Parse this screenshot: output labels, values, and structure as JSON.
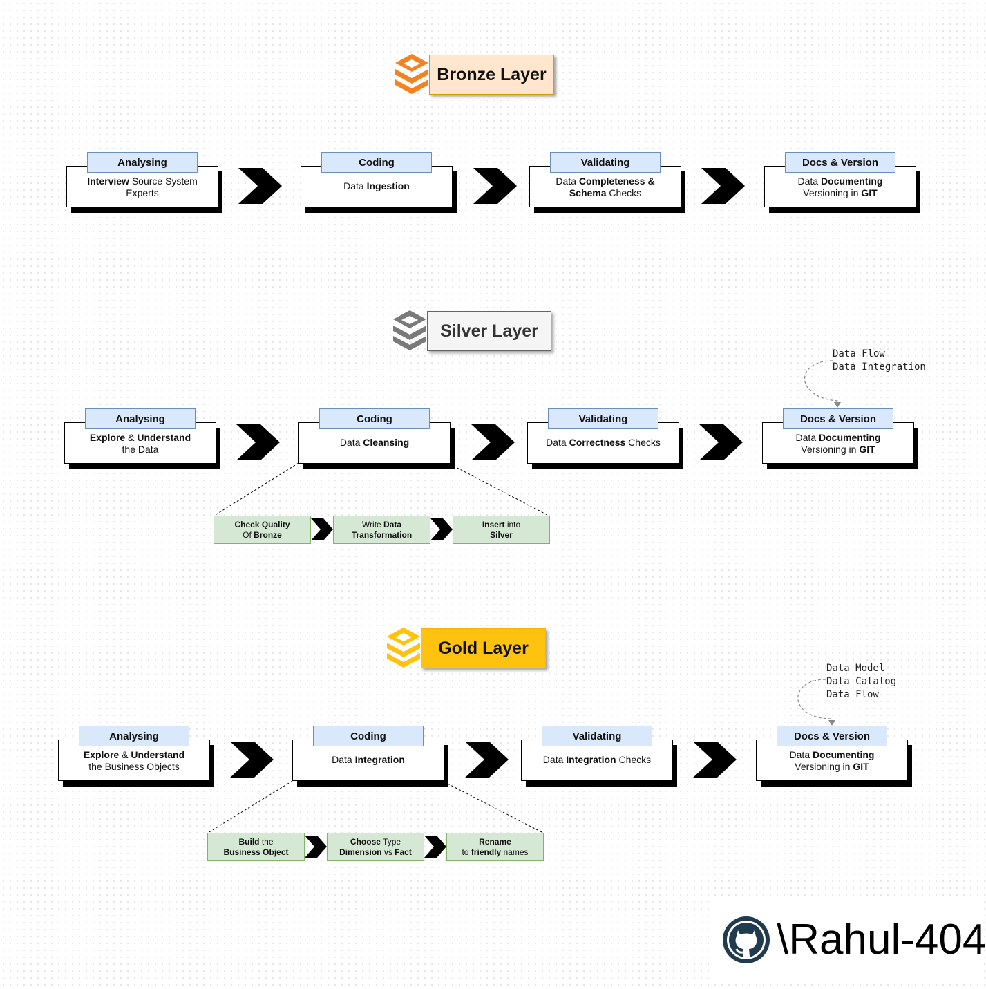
{
  "colors": {
    "bronze_fill": "#ffe6cc",
    "bronze_border": "#d79b00",
    "bronze_icon": "#f58220",
    "silver_fill": "#f5f5f5",
    "silver_border": "#666666",
    "silver_icon": "#7a7a7a",
    "gold_fill": "#ffc20e",
    "gold_border": "#ffb000",
    "gold_icon": "#ffc20e",
    "tag_fill": "#dae8fc",
    "tag_border": "#6c8ebf",
    "sub_fill": "#d5e8d4",
    "sub_border": "#82b366"
  },
  "bronze": {
    "title": "Bronze Layer",
    "icon": "layers-stack-icon",
    "steps": [
      {
        "tag": "Analysing",
        "b1": "Interview",
        "t1": " Source System",
        "t2": "Experts"
      },
      {
        "tag": "Coding",
        "t1": "Data ",
        "b1": "Ingestion"
      },
      {
        "tag": "Validating",
        "t1": "Data ",
        "b1": "Completeness &",
        "b2": "Schema",
        "t2": " Checks"
      },
      {
        "tag": "Docs & Version",
        "t1": "Data ",
        "b1": "Documenting",
        "t2": "Versioning in ",
        "b2": "GIT"
      }
    ]
  },
  "silver": {
    "title": "Silver Layer",
    "icon": "layers-stack-icon",
    "steps": [
      {
        "tag": "Analysing",
        "b1": "Explore",
        "t1": " & ",
        "b2": "Understand",
        "t2": "the Data"
      },
      {
        "tag": "Coding",
        "t1": "Data ",
        "b1": "Cleansing"
      },
      {
        "tag": "Validating",
        "t1": "Data ",
        "b1": "Correctness",
        "t2": " Checks"
      },
      {
        "tag": "Docs & Version",
        "t1": "Data ",
        "b1": "Documenting",
        "t2": "Versioning in ",
        "b2": "GIT"
      }
    ],
    "substeps": [
      {
        "b1": "Check Quality",
        "t2": "Of ",
        "b2": "Bronze"
      },
      {
        "t1": "Write ",
        "b1": "Data",
        "b2": "Transformation"
      },
      {
        "b1": "Insert",
        "t1": " into",
        "b2": "Silver"
      }
    ],
    "note": "Data Flow\nData Integration"
  },
  "gold": {
    "title": "Gold Layer",
    "icon": "layers-stack-icon",
    "steps": [
      {
        "tag": "Analysing",
        "b1": "Explore",
        "t1": " & ",
        "b2": "Understand",
        "t2": "the Business Objects"
      },
      {
        "tag": "Coding",
        "t1": "Data ",
        "b1": "Integration"
      },
      {
        "tag": "Validating",
        "t1": "Data ",
        "b1": "Integration",
        "t2": " Checks"
      },
      {
        "tag": "Docs & Version",
        "t1": "Data ",
        "b1": "Documenting",
        "t2": "Versioning in ",
        "b2": "GIT"
      }
    ],
    "substeps": [
      {
        "b1": "Build",
        "t1": " the",
        "b2": "Business Object"
      },
      {
        "b1": "Choose",
        "t1": " Type",
        "b2": "Dimension",
        "t2": " vs ",
        "b3": "Fact"
      },
      {
        "b1": "Rename",
        "t2": "to ",
        "b2": "friendly",
        "t3": " names"
      }
    ],
    "note": "Data Model\nData Catalog\nData Flow"
  },
  "github": {
    "handle": "\\Rahul-404",
    "icon": "github-octocat-icon"
  }
}
